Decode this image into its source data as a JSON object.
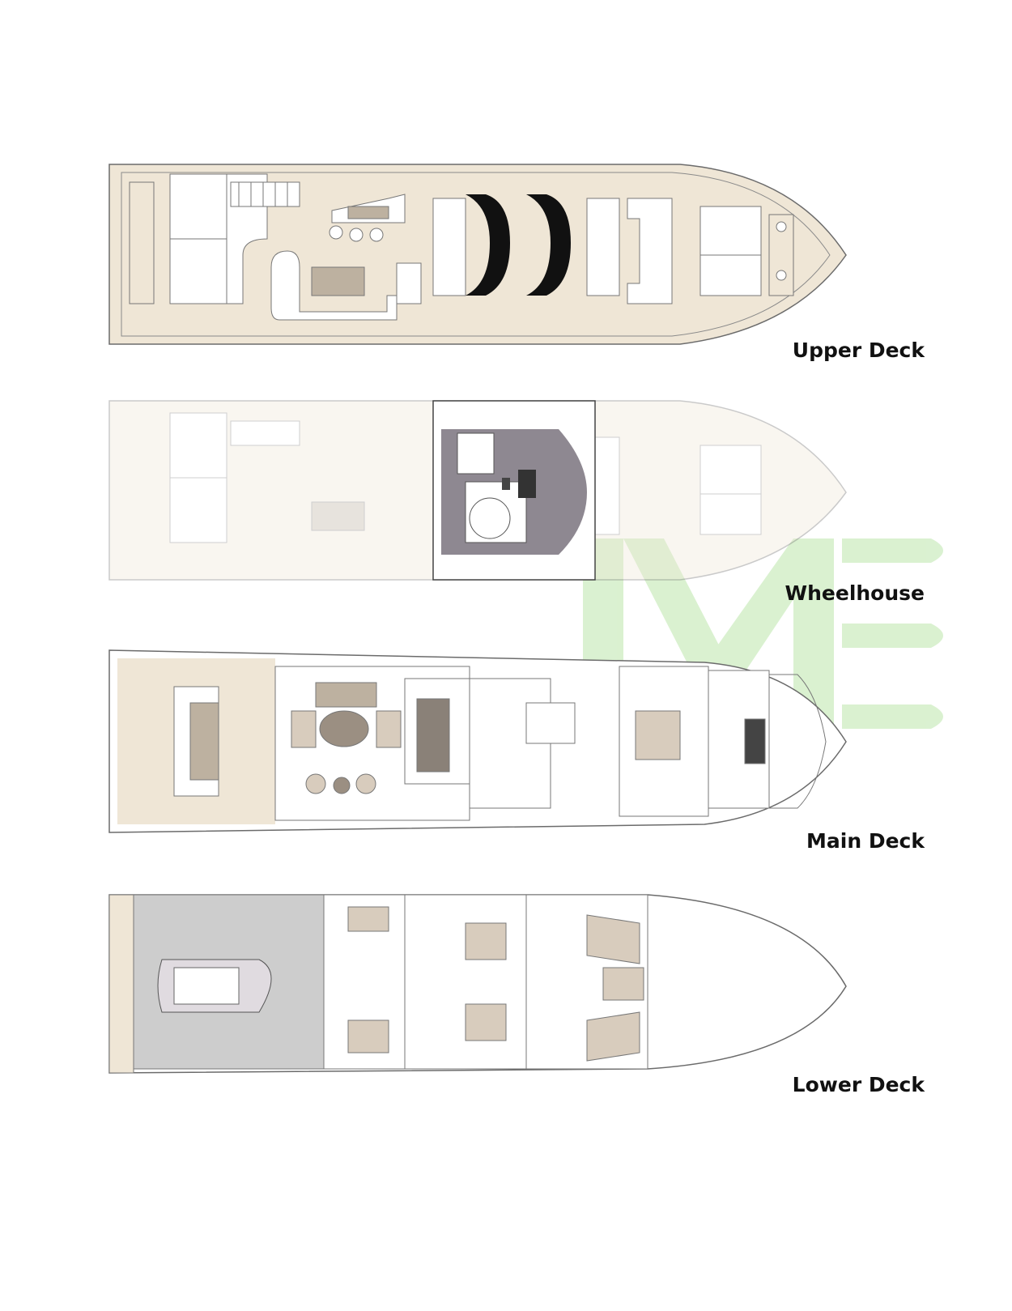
{
  "decks": [
    {
      "id": "upper",
      "label": "Upper Deck"
    },
    {
      "id": "wheelhouse",
      "label": "Wheelhouse"
    },
    {
      "id": "main",
      "label": "Main Deck"
    },
    {
      "id": "lower",
      "label": "Lower Deck"
    }
  ],
  "colors": {
    "teak": "#efe6d6",
    "line": "#6b6b6b",
    "cushion": "#ffffff",
    "dark_upholstery": "#bdb1a0",
    "sunroof": "#111111",
    "wheelhouse_floor": "#8e8891",
    "tender_bay": "#cdcdcd",
    "cabin_bed": "#d8ccbd",
    "watermark": "#d6f0cc"
  },
  "watermark": {
    "icon": "brand-logo-watermark"
  }
}
